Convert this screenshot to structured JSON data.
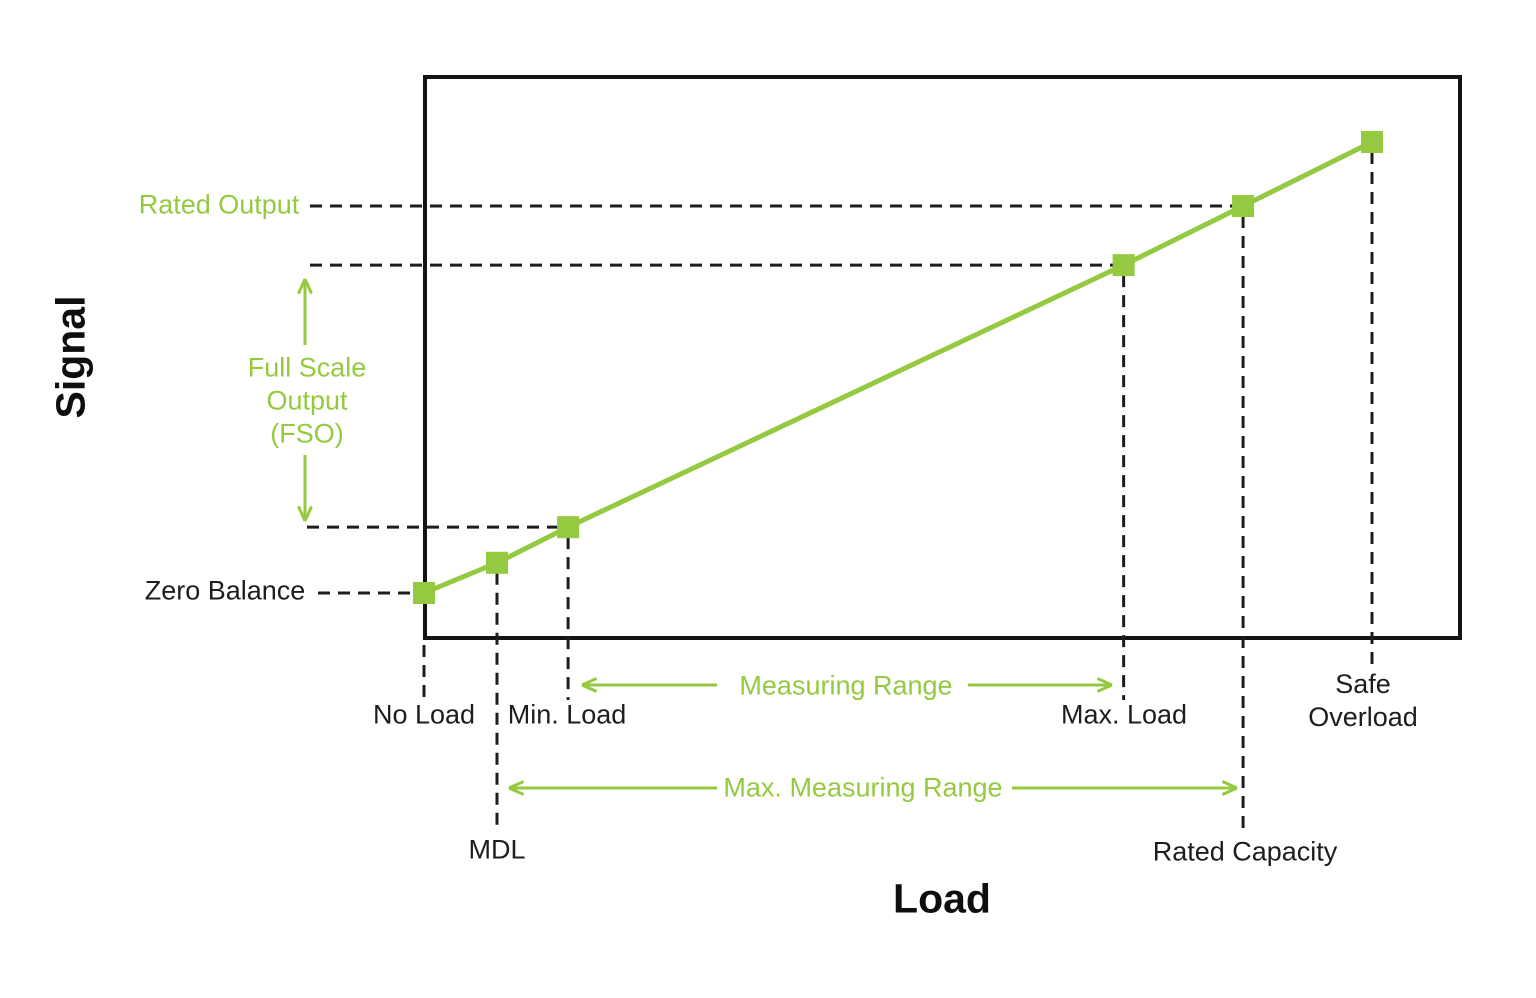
{
  "colors": {
    "green": "#95c93f",
    "ink": "#1d1d1b",
    "border": "#141414"
  },
  "labels": {
    "rated_output": "Rated Output",
    "fso": "Full Scale\nOutput\n(FSO)",
    "zero_balance": "Zero Balance",
    "no_load": "No Load",
    "min_load": "Min. Load",
    "max_load": "Max. Load",
    "safe_overload": "Safe\nOverload",
    "mdl": "MDL",
    "rated_capacity": "Rated Capacity",
    "measuring_range": "Measuring Range",
    "max_measuring_range": "Max. Measuring Range"
  },
  "chart_data": {
    "type": "line",
    "xlabel": "Load",
    "ylabel": "Signal",
    "grid": false,
    "numeric_ticks": false,
    "legend": "none",
    "line_color": "#95c93f",
    "marker": "square",
    "points": [
      {
        "x": 0.0,
        "y": 0.0,
        "load_label": "No Load",
        "signal_label": "Zero Balance"
      },
      {
        "x": 0.077,
        "y": 0.067,
        "load_label": "MDL",
        "signal_label": ""
      },
      {
        "x": 0.152,
        "y": 0.146,
        "load_label": "Min. Load",
        "signal_label": ""
      },
      {
        "x": 0.738,
        "y": 0.727,
        "load_label": "Max. Load",
        "signal_label": ""
      },
      {
        "x": 0.864,
        "y": 0.858,
        "load_label": "Rated Capacity",
        "signal_label": "Rated Output"
      },
      {
        "x": 1.0,
        "y": 1.0,
        "load_label": "Safe Overload",
        "signal_label": ""
      }
    ],
    "ranges": [
      {
        "label": "Measuring Range",
        "axis": "load",
        "from": "Min. Load",
        "to": "Max. Load"
      },
      {
        "label": "Max. Measuring Range",
        "axis": "load",
        "from": "MDL",
        "to": "Rated Capacity"
      },
      {
        "label": "Full Scale Output (FSO)",
        "axis": "signal",
        "from": "Min. Load level",
        "to": "Max. Load level"
      }
    ]
  }
}
